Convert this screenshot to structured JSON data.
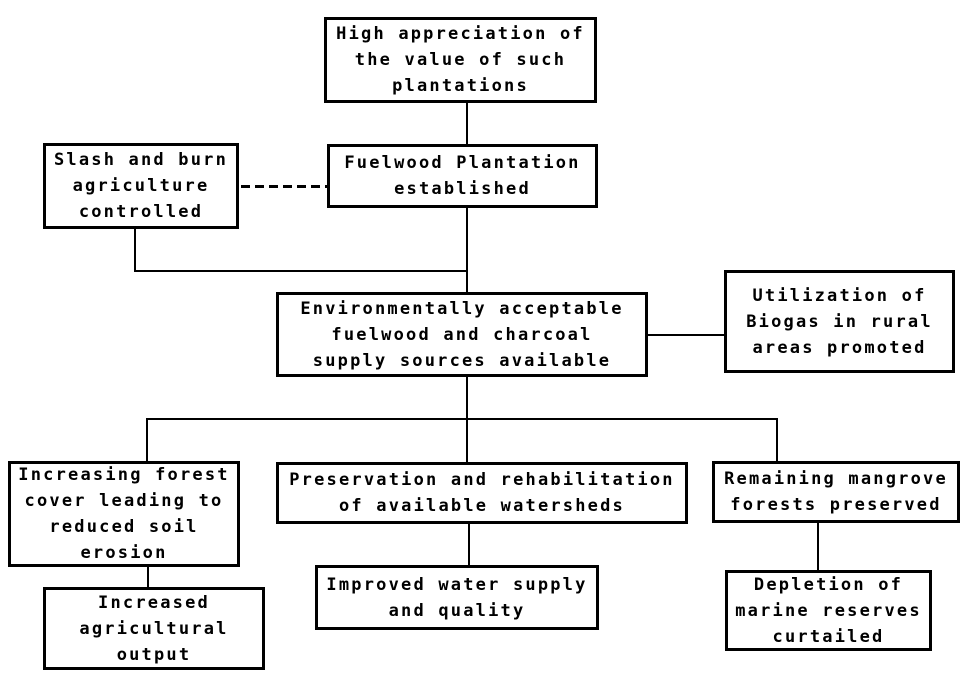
{
  "diagram": {
    "type": "flowchart",
    "colors": {
      "background": "#ffffff",
      "border": "#000000",
      "text": "#000000",
      "line": "#000000"
    },
    "nodes": {
      "high_appreciation": {
        "text": "High appreciation of\nthe value of such\nplantations"
      },
      "slash_burn": {
        "text": "Slash and burn\nagriculture\ncontrolled"
      },
      "fuelwood": {
        "text": "Fuelwood Plantation\nestablished"
      },
      "env_supply": {
        "text": "Environmentally acceptable\nfuelwood and charcoal\nsupply sources available"
      },
      "biogas": {
        "text": "Utilization of\nBiogas in rural\nareas promoted"
      },
      "forest_cover": {
        "text": "Increasing forest\ncover leading to\nreduced soil\nerosion"
      },
      "watersheds": {
        "text": "Preservation and rehabilitation\nof available watersheds"
      },
      "mangrove": {
        "text": "Remaining mangrove\nforests preserved"
      },
      "agri_output": {
        "text": "Increased\nagricultural\noutput"
      },
      "water_supply": {
        "text": "Improved water supply\nand quality"
      },
      "marine_reserves": {
        "text": "Depletion of\nmarine reserves\ncurtailed"
      }
    },
    "edges": [
      {
        "from": "high_appreciation",
        "to": "fuelwood",
        "style": "solid"
      },
      {
        "from": "slash_burn",
        "to": "fuelwood",
        "style": "dashed"
      },
      {
        "from": "fuelwood",
        "to": "env_supply",
        "style": "solid"
      },
      {
        "from": "slash_burn",
        "to": "env_supply",
        "style": "solid"
      },
      {
        "from": "env_supply",
        "to": "biogas",
        "style": "solid"
      },
      {
        "from": "env_supply",
        "to": "forest_cover",
        "style": "solid"
      },
      {
        "from": "env_supply",
        "to": "watersheds",
        "style": "solid"
      },
      {
        "from": "env_supply",
        "to": "mangrove",
        "style": "solid"
      },
      {
        "from": "forest_cover",
        "to": "agri_output",
        "style": "solid"
      },
      {
        "from": "watersheds",
        "to": "water_supply",
        "style": "solid"
      },
      {
        "from": "mangrove",
        "to": "marine_reserves",
        "style": "solid"
      }
    ]
  }
}
